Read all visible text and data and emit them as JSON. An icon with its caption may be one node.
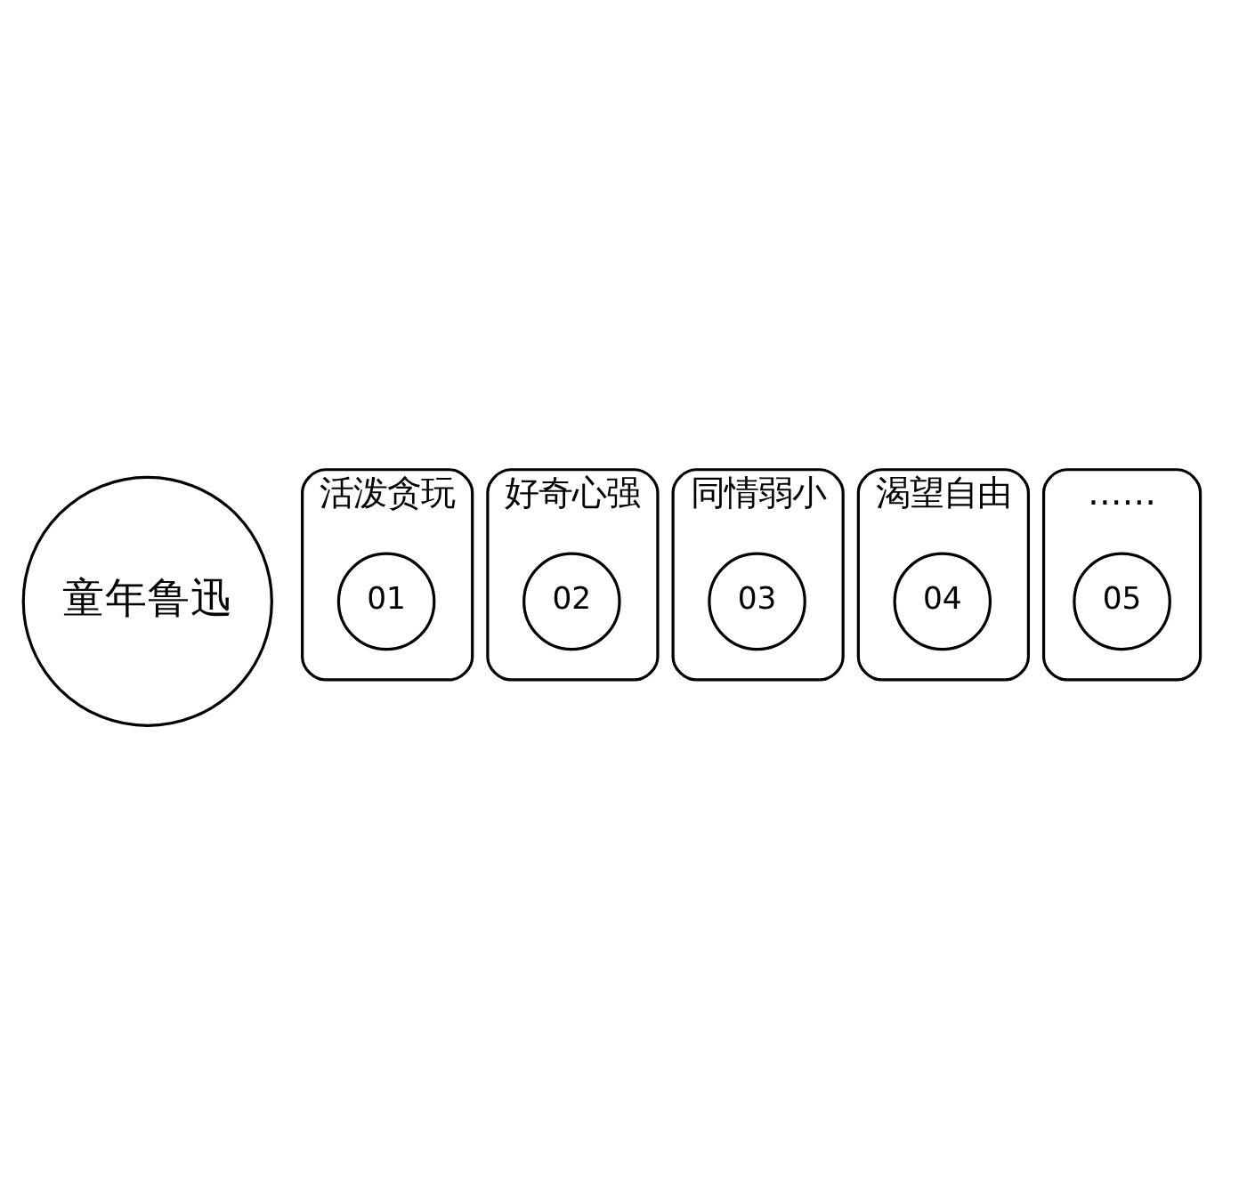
{
  "diagram": {
    "nodes": [
      {
        "text": [
          "童年鲁迅"
        ]
      },
      {
        "text": [
          "活泼贪玩"
        ]
      },
      {
        "text": [
          "01"
        ],
        "in": 1
      },
      {
        "text": [
          "好奇心强"
        ]
      },
      {
        "text": [
          "02"
        ],
        "in": 3
      },
      {
        "text": [
          "同情弱小"
        ]
      },
      {
        "text": [
          "03"
        ],
        "in": 5
      },
      {
        "text": [
          "渴望自由"
        ]
      },
      {
        "text": [
          "04"
        ],
        "in": 7
      },
      {
        "text": [
          "……"
        ]
      },
      {
        "text": [
          "05"
        ],
        "in": 9
      }
    ],
    "edges": []
  }
}
